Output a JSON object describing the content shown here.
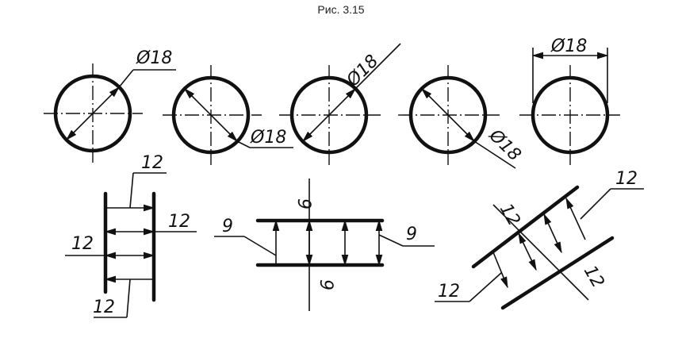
{
  "caption": "Рис. 3.15",
  "circles": {
    "c1_label": "Ø18",
    "c2_label": "Ø18",
    "c3_label": "Ø18",
    "c4_label": "Ø18",
    "c5_label": "Ø18"
  },
  "fig_a": {
    "top": "12",
    "right": "12",
    "left": "12",
    "bottom": "12"
  },
  "fig_b": {
    "top": "9",
    "left": "9",
    "right": "9",
    "bottom": "9"
  },
  "fig_c": {
    "top_left": "12",
    "top_right": "12",
    "bottom_left": "12",
    "bottom_right": "12"
  }
}
